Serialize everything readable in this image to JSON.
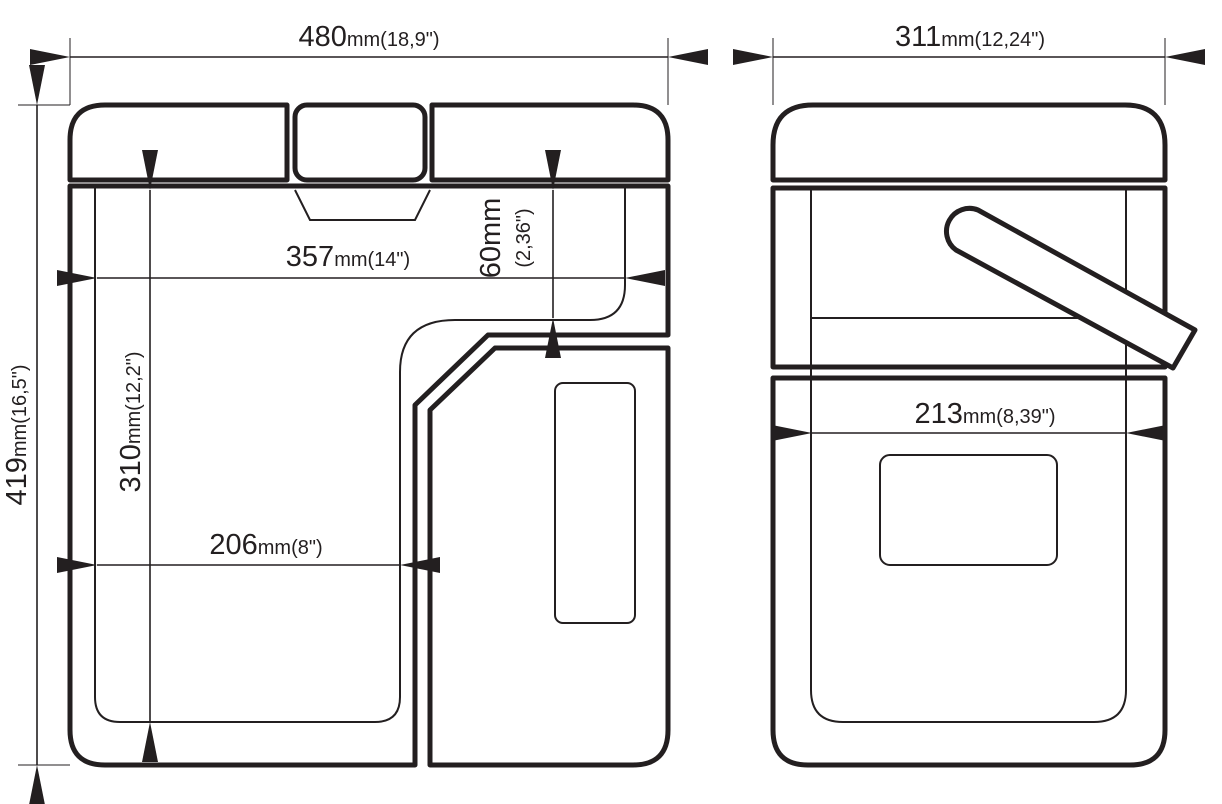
{
  "front_view": {
    "width": {
      "value": "480",
      "unit": "mm(18,9\")"
    },
    "height": {
      "value": "419",
      "unit": "mm(16,5\")"
    },
    "inner_width": {
      "value": "357",
      "unit": "mm(14\")"
    },
    "step_depth": {
      "value": "60mm",
      "unit": "(2,36\")"
    },
    "inner_height": {
      "value": "310",
      "unit": "mm(12,2\")"
    },
    "lower_width": {
      "value": "206",
      "unit": "mm(8\")"
    }
  },
  "side_view": {
    "width": {
      "value": "311",
      "unit": "mm(12,24\")"
    },
    "inner_width": {
      "value": "213",
      "unit": "mm(8,39\")"
    }
  },
  "colors": {
    "line": "#231f20",
    "background": "#ffffff"
  }
}
